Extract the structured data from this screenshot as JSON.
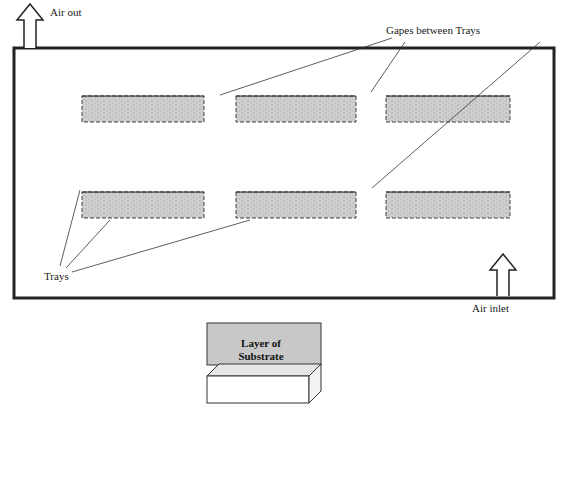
{
  "diagram": {
    "nodes": [
      {
        "text": [
          "Layer of Substrate"
        ]
      }
    ],
    "labels": [
      "Air out",
      "Gapes between Trays",
      "Trays",
      "Air inlet"
    ]
  }
}
